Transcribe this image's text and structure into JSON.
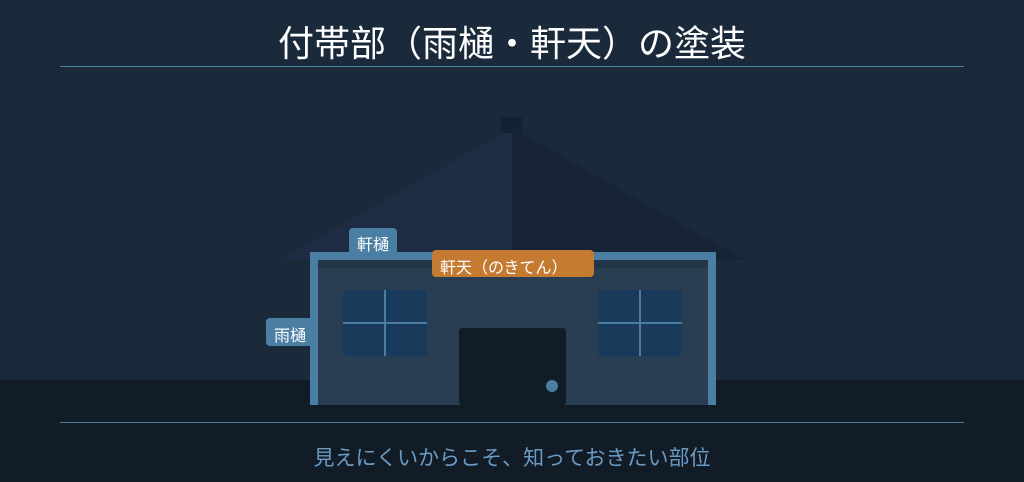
{
  "title": "付帯部（雨樋・軒天）の塗装",
  "labels": {
    "gutter_eave": "軒樋",
    "soffit": "軒天（のきてん）",
    "downspout": "雨樋"
  },
  "subtitle": "見えにくいからこそ、知っておきたい部位",
  "colors": {
    "accent": "#4a7fa3",
    "highlight": "#c47a30",
    "background": "#1b2a3b"
  }
}
